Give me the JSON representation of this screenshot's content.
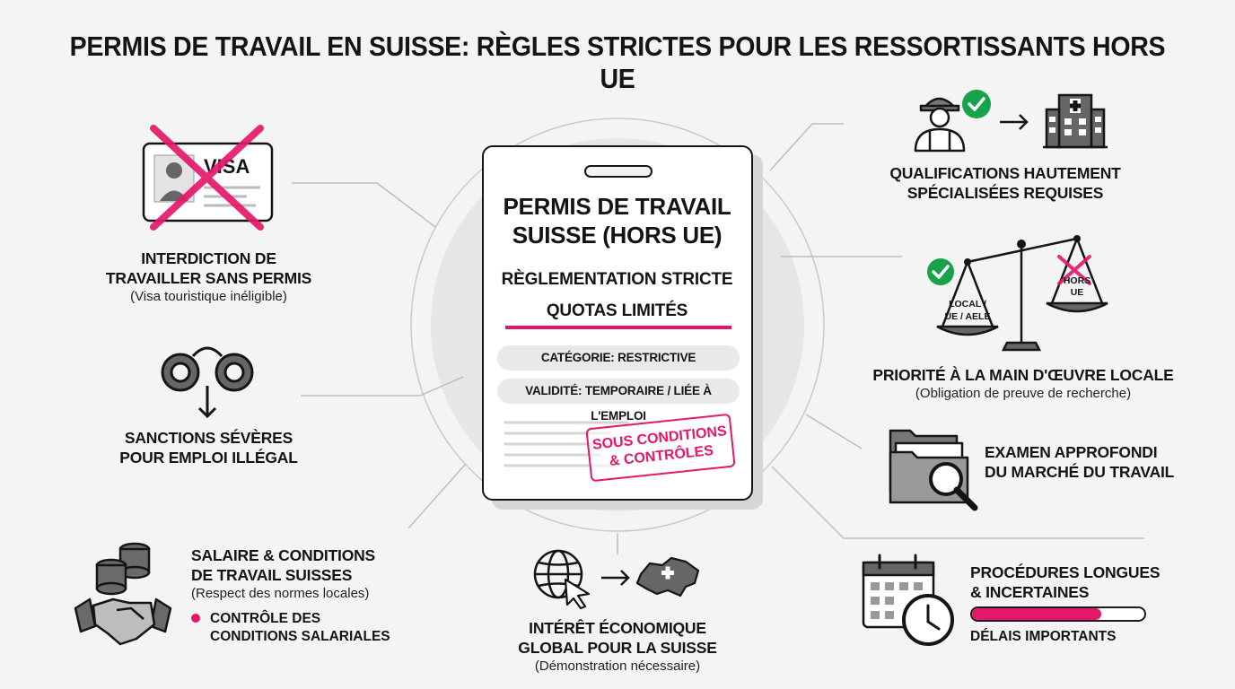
{
  "title": "PERMIS DE TRAVAIL EN SUISSE: RÈGLES STRICTES POUR LES RESSORTISSANTS HORS UE",
  "colors": {
    "accent": "#e5176b",
    "check": "#16a34a",
    "ink": "#151515",
    "background": "#f4f4f4"
  },
  "card": {
    "title_line1": "PERMIS DE TRAVAIL",
    "title_line2": "SUISSE (HORS UE)",
    "line1": "RÈGLEMENTATION STRICTE",
    "line2": "QUOTAS LIMITÉS",
    "pill1": "CATÉGORIE: RESTRICTIVE",
    "pill2": "VALIDITÉ: TEMPORAIRE / LIÉE À L'EMPLOI",
    "stamp_line1": "SOUS CONDITIONS",
    "stamp_line2": "& CONTRÔLES"
  },
  "left": {
    "visa": {
      "icon": "crossed-visa-card-icon",
      "card_label": "VISA",
      "title_line1": "INTERDICTION DE",
      "title_line2": "TRAVAILLER SANS PERMIS",
      "subtitle": "(Visa touristique inéligible)"
    },
    "sanctions": {
      "icon": "handcuffs-icon",
      "title_line1": "SANCTIONS SÉVÈRES",
      "title_line2": "POUR EMPLOI ILLÉGAL"
    },
    "salary": {
      "icon": "coins-handshake-icon",
      "title_line1": "SALAIRE & CONDITIONS",
      "title_line2": "DE TRAVAIL SUISSES",
      "subtitle": "(Respect des normes locales)",
      "bullet_line1": "CONTRÔLE DES",
      "bullet_line2": "CONDITIONS SALARIALES"
    }
  },
  "bottom": {
    "icon": "globe-cursor-switzerland-icon",
    "title_line1": "INTÉRÊT ÉCONOMIQUE",
    "title_line2": "GLOBAL POUR LA SUISSE",
    "subtitle": "(Démonstration nécessaire)"
  },
  "right": {
    "qualifications": {
      "icon": "worker-hospital-icon",
      "title_line1": "QUALIFICATIONS HAUTEMENT",
      "title_line2": "SPÉCIALISÉES REQUISES"
    },
    "priority": {
      "icon": "balance-scale-icon",
      "left_pan_line1": "LOCAL /",
      "left_pan_line2": "UE / AELE",
      "right_pan_line1": "HORS",
      "right_pan_line2": "UE",
      "title": "PRIORITÉ À LA MAIN D'ŒUVRE LOCALE",
      "subtitle": "(Obligation de preuve de recherche)"
    },
    "market": {
      "icon": "folder-magnifier-icon",
      "title_line1": "EXAMEN APPROFONDI",
      "title_line2": "DU MARCHÉ DU TRAVAIL"
    },
    "procedures": {
      "icon": "calendar-clock-icon",
      "title_line1": "PROCÉDURES LONGUES",
      "title_line2": "& INCERTAINES",
      "progress": 0.75,
      "caption": "DÉLAIS IMPORTANTS"
    }
  }
}
